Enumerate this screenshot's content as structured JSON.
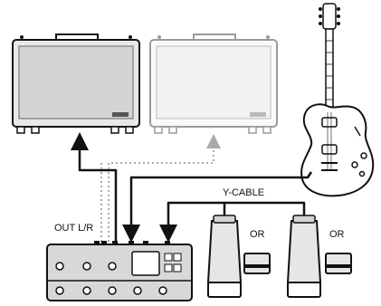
{
  "labels": {
    "out": "OUT L/R",
    "y_cable": "Y-CABLE",
    "or_1": "OR",
    "or_2": "OR"
  },
  "components": {
    "amp_main": "amp",
    "amp_alt": "amp",
    "guitar": "electric guitar",
    "processor": "floor multi-effects pedalboard",
    "expression_pedal_1": "expression pedal",
    "expression_pedal_2": "expression pedal",
    "footswitch_1": "footswitch",
    "footswitch_2": "footswitch"
  },
  "colors": {
    "line": "#111111",
    "amp_main_fill": "#d4d4d4",
    "amp_alt_fill": "#f2f2f2",
    "amp_alt_stroke": "#9a9a9a",
    "dotted_cable": "#aaaaaa",
    "device_fill": "#cfcfcf"
  }
}
